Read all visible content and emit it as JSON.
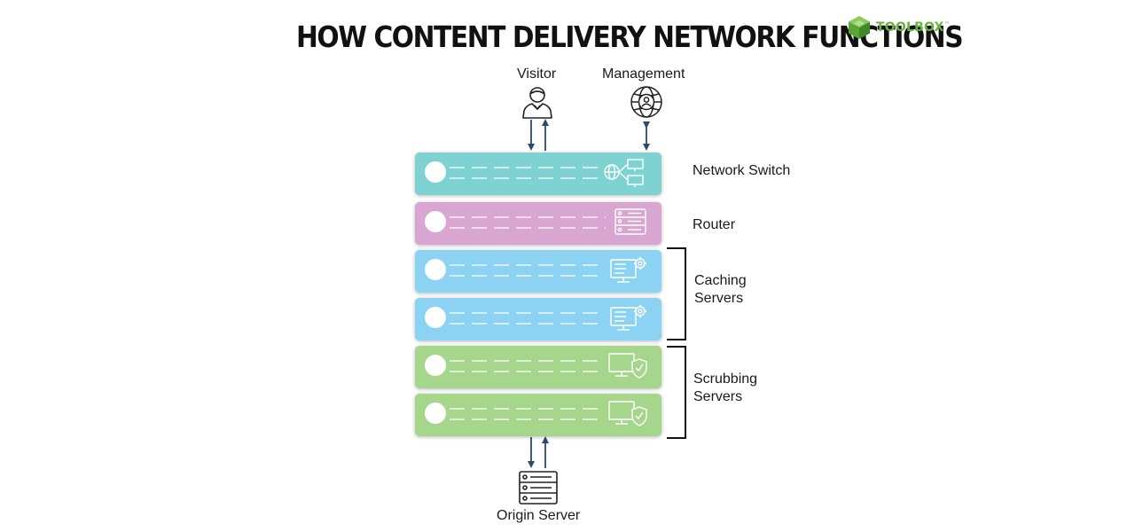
{
  "header": {
    "title": "HOW CONTENT DELIVERY NETWORK FUNCTIONS",
    "brand_a": "TOOL",
    "brand_b": "BOX",
    "brand_tm": "™"
  },
  "actors": {
    "visitor": "Visitor",
    "management": "Management",
    "origin": "Origin Server"
  },
  "layers": {
    "network_switch": "Network Switch",
    "router": "Router",
    "caching": [
      "Caching",
      "Servers"
    ],
    "scrubbing": [
      "Scrubbing",
      "Servers"
    ]
  },
  "colors": {
    "switch": "#7fd2d2",
    "router": "#d9a6d2",
    "caching": "#8cd2f2",
    "scrubbing": "#a6d68c",
    "arrow": "#2c4a6e",
    "brand": "#6ab43f"
  },
  "icons": {
    "visitor": "person-icon",
    "management": "gear-globe-icon",
    "origin": "server-rack-icon"
  }
}
